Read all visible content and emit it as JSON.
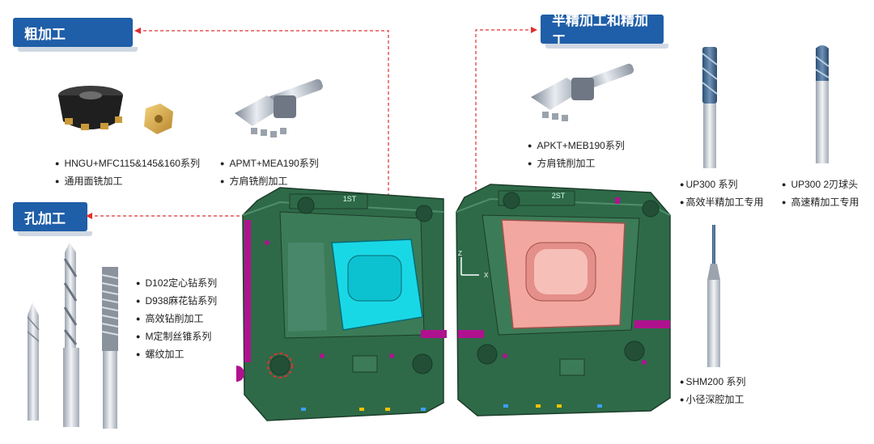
{
  "sections": {
    "rough": {
      "title": "粗加工"
    },
    "finish": {
      "title": "半精加工和精加工"
    },
    "hole": {
      "title": "孔加工"
    }
  },
  "rough_tools": [
    {
      "lines": [
        "HNGU+MFC115&145&160系列",
        "通用面铣加工"
      ]
    },
    {
      "lines": [
        "APMT+MEA190系列",
        "方肩铣削加工"
      ]
    }
  ],
  "finish_tools": [
    {
      "lines": [
        "APKT+MEB190系列",
        "方肩铣削加工"
      ]
    },
    {
      "lines": [
        "UP300 系列",
        "高效半精加工专用"
      ]
    },
    {
      "lines": [
        "UP300 2刃球头",
        "高速精加工专用"
      ]
    },
    {
      "lines": [
        "SHM200 系列",
        "小径深腔加工"
      ]
    }
  ],
  "hole_tools": {
    "lines": [
      "D102定心钻系列",
      "D938麻花钻系列",
      "高效钻削加工",
      "M定制丝锥系列",
      "螺纹加工"
    ]
  },
  "mold": {
    "left_label": "1ST",
    "right_label": "2ST",
    "axis_x": "X",
    "axis_z": "Z"
  },
  "colors": {
    "accent": "#1f5ea8",
    "mold_green": "#2e6a48",
    "cavity_cyan": "#19d8e6",
    "cavity_pink": "#f2a7a0",
    "magenta": "#b0128f",
    "callout_red": "#e03030"
  }
}
